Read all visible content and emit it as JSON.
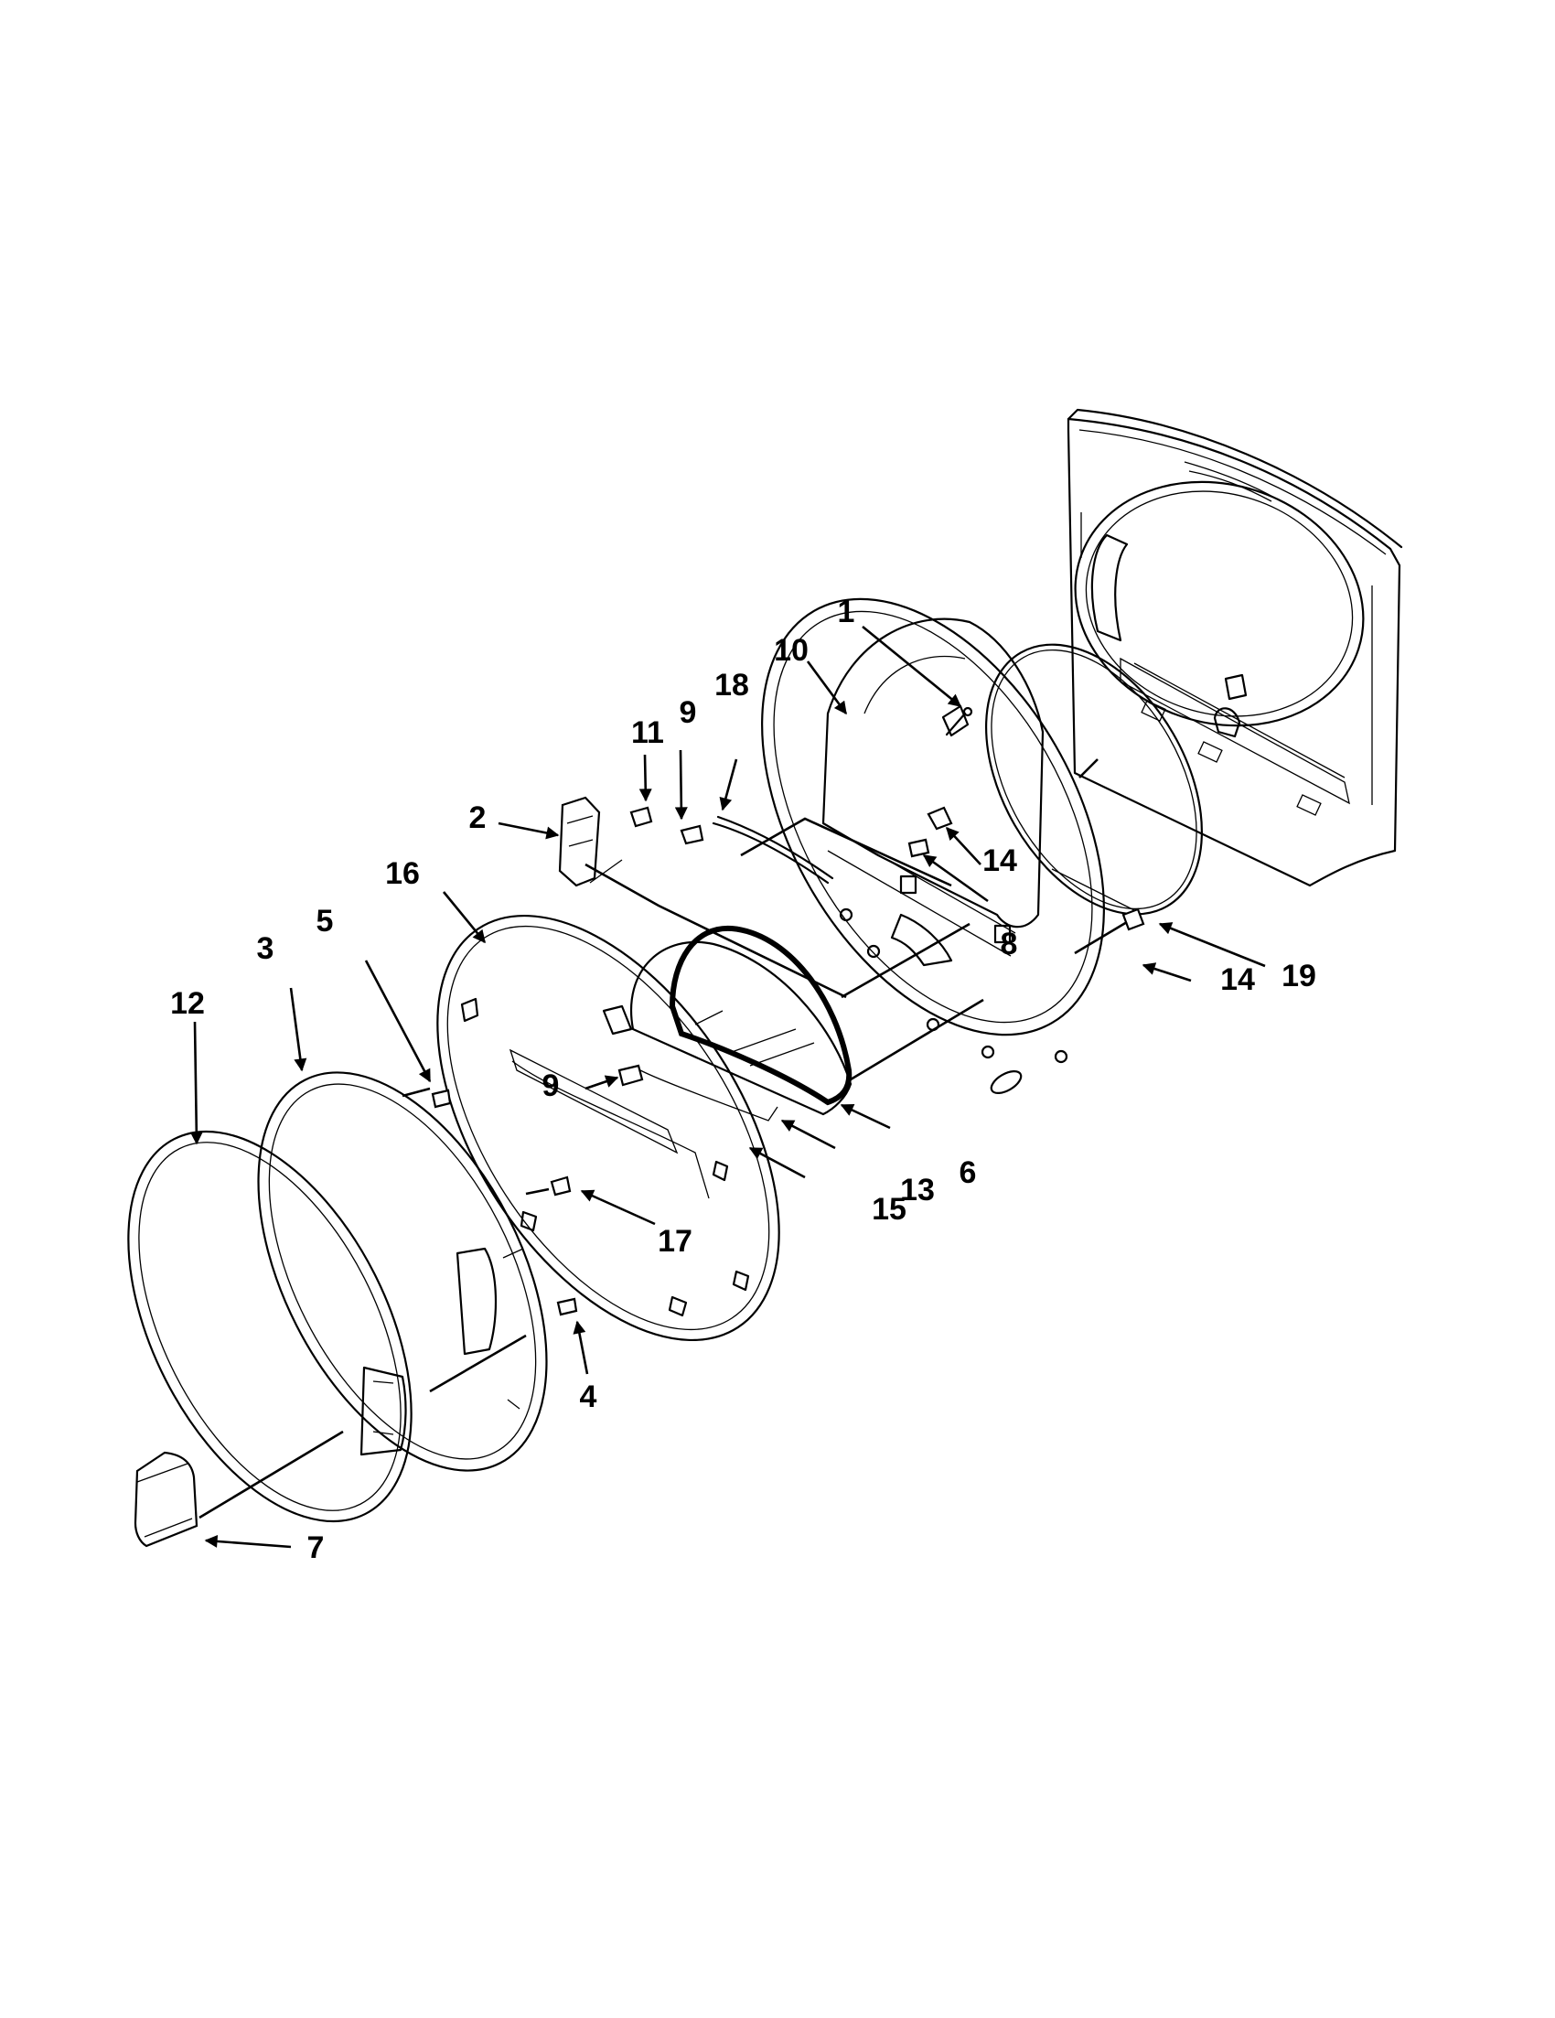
{
  "callouts": [
    {
      "id": "c1",
      "text": "1"
    },
    {
      "id": "c2",
      "text": "2"
    },
    {
      "id": "c3",
      "text": "3"
    },
    {
      "id": "c4",
      "text": "4"
    },
    {
      "id": "c5",
      "text": "5"
    },
    {
      "id": "c6",
      "text": "6"
    },
    {
      "id": "c7",
      "text": "7"
    },
    {
      "id": "c8",
      "text": "8"
    },
    {
      "id": "c9a",
      "text": "9"
    },
    {
      "id": "c9b",
      "text": "9"
    },
    {
      "id": "c10",
      "text": "10"
    },
    {
      "id": "c11",
      "text": "11"
    },
    {
      "id": "c12",
      "text": "12"
    },
    {
      "id": "c13",
      "text": "13"
    },
    {
      "id": "c14a",
      "text": "14"
    },
    {
      "id": "c14b",
      "text": "14"
    },
    {
      "id": "c15",
      "text": "15"
    },
    {
      "id": "c16",
      "text": "16"
    },
    {
      "id": "c17",
      "text": "17"
    },
    {
      "id": "c18",
      "text": "18"
    },
    {
      "id": "c19",
      "text": "19"
    }
  ]
}
